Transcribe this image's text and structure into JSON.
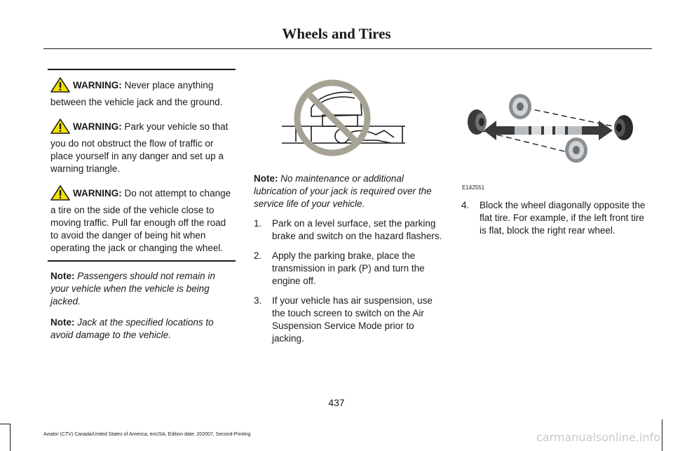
{
  "header": {
    "title": "Wheels and Tires"
  },
  "col1": {
    "warnings": [
      {
        "label": "WARNING:",
        "text": " Never place anything between the vehicle jack and the ground."
      },
      {
        "label": "WARNING:",
        "text": " Park your vehicle so that you do not obstruct the flow of traffic or place yourself in any danger and set up a warning triangle."
      },
      {
        "label": "WARNING:",
        "text": " Do not attempt to change a tire on the side of the vehicle close to moving traffic. Pull far enough off the road to avoid the danger of being hit when operating the jack or changing the wheel."
      }
    ],
    "notes": [
      {
        "label": "Note:",
        "text": " Passengers should not remain in your vehicle when the vehicle is being jacked."
      },
      {
        "label": "Note:",
        "text": " Jack at the specified locations to avoid damage to the vehicle."
      }
    ]
  },
  "col2": {
    "note": {
      "label": "Note:",
      "text": " No maintenance or additional lubrication of your jack is required over the service life of your vehicle."
    },
    "steps": [
      {
        "num": "1.",
        "text": "Park on a level surface, set the parking brake and switch on the hazard flashers."
      },
      {
        "num": "2.",
        "text": "Apply the parking brake, place the transmission in park (P) and turn the engine off."
      },
      {
        "num": "3.",
        "text": "If your vehicle has air suspension, use the touch screen to switch on the Air Suspension Service Mode prior to jacking."
      }
    ]
  },
  "col3": {
    "figure_code": "E142551",
    "steps": [
      {
        "num": "4.",
        "text": "Block the wheel diagonally opposite the flat tire. For example, if the left front tire is flat, block the right rear wheel."
      }
    ]
  },
  "footer": {
    "page_number": "437",
    "edition": "Aviator (CTV) Canada/United States of America, enUSA, Edition date: 202007, Second-Printing",
    "brand": "carmanualsonline.info"
  },
  "colors": {
    "text": "#1a1a1a",
    "prohibition": "#a7a394",
    "warning_yellow": "#f5e100"
  }
}
